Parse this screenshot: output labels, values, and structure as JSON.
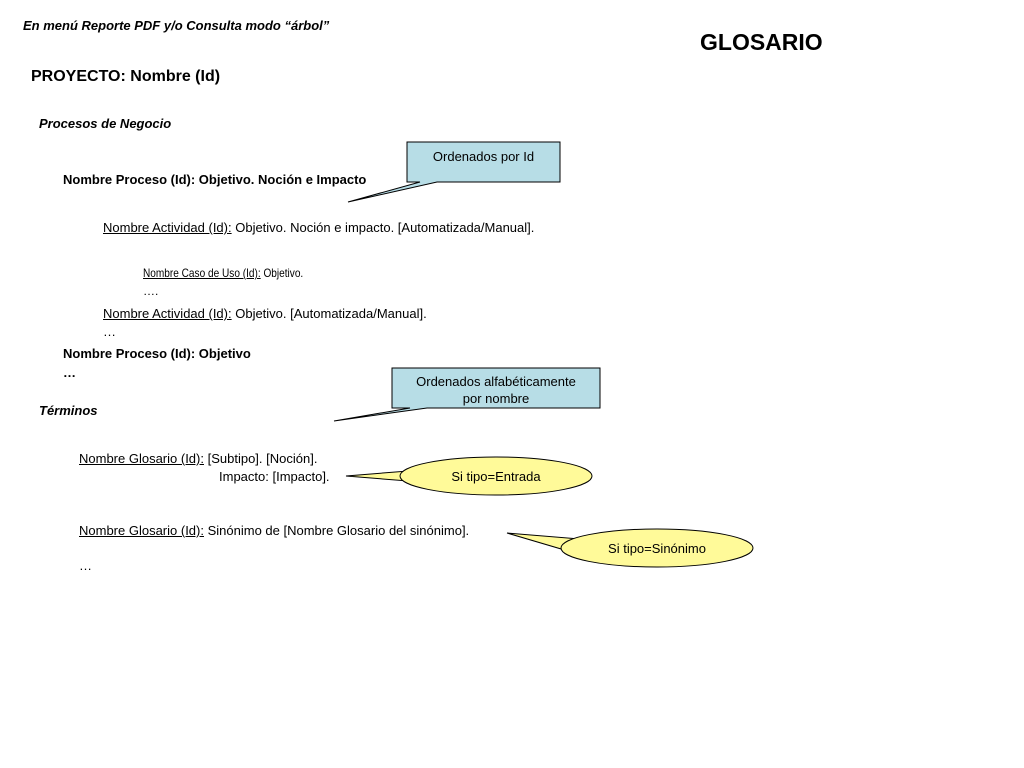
{
  "header": {
    "subtitle": "En menú Reporte PDF y/o Consulta modo “árbol”",
    "title": "GLOSARIO"
  },
  "proyecto": "PROYECTO: Nombre (Id)",
  "procesos": {
    "heading": "Procesos de Negocio",
    "proceso1": "Nombre Proceso (Id): Objetivo. Noción e Impacto",
    "actividad1": {
      "label": "Nombre Actividad (Id):",
      "text": " Objetivo. Noción e impacto. [Automatizada/Manual]."
    },
    "caso_uso": {
      "label": "Nombre Caso de Uso (Id):",
      "text": " Objetivo.",
      "ellipsis": "…."
    },
    "actividad2": {
      "label": "Nombre Actividad (Id):",
      "text": " Objetivo. [Automatizada/Manual]."
    },
    "actividad_ellipsis": "…",
    "proceso2": "Nombre Proceso (Id): Objetivo",
    "proceso_ellipsis": "…"
  },
  "terminos": {
    "heading": "Términos",
    "glosario1": {
      "label": "Nombre Glosario (Id):",
      "text": " [Subtipo]. [Noción].",
      "impacto": "Impacto: [Impacto]."
    },
    "glosario2": {
      "label": "Nombre Glosario (Id):",
      "text": " Sinónimo de [Nombre Glosario del sinónimo]."
    },
    "ellipsis": "…"
  },
  "callouts": {
    "ordenados_id": "Ordenados por Id",
    "ordenados_alfa_line1": "Ordenados alfabéticamente",
    "ordenados_alfa_line2": "por nombre",
    "tipo_entrada": "Si tipo=Entrada",
    "tipo_sinonimo": "Si tipo=Sinónimo"
  },
  "colors": {
    "rect_callout_fill": "#b7dde6",
    "oval_callout_fill": "#fffa99",
    "outline": "#000000"
  }
}
